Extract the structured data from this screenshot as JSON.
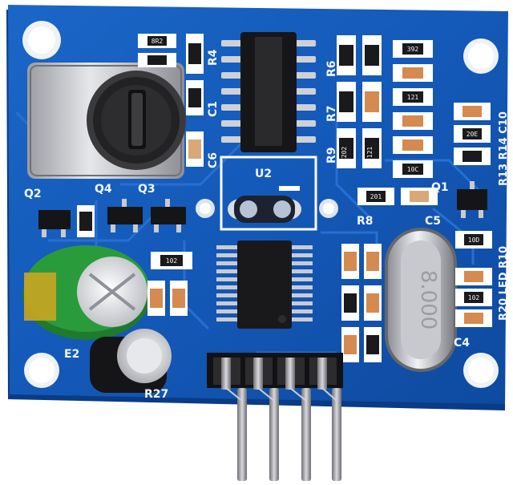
{
  "labels": {
    "u2": "U2",
    "q1": "Q1",
    "q2": "Q2",
    "q3": "Q3",
    "q4": "Q4",
    "r4": "R4",
    "r6": "R6",
    "r7": "R7",
    "r8": "R8",
    "r9": "R9",
    "c1": "C1",
    "c4": "C4",
    "c5": "C5",
    "c6": "C6",
    "e2": "E2",
    "r27": "R27",
    "r13r14c10": "R13 R14 C10",
    "r20ledr10": "R20 LED R10"
  },
  "crystal_marking": "8.000",
  "smd_codes": [
    "8R2",
    "392",
    "102",
    "121",
    "10C",
    "202",
    "201",
    "102",
    "10D",
    "121",
    "20E"
  ],
  "colors": {
    "pcb": "#1459b8",
    "pcb_dark": "#0c3f8c",
    "silkscreen": "#ffffff",
    "copper": "#c9cbd0",
    "header_pins": "#8f8f94",
    "capacitor_sleeve": "#2a9b3b"
  }
}
